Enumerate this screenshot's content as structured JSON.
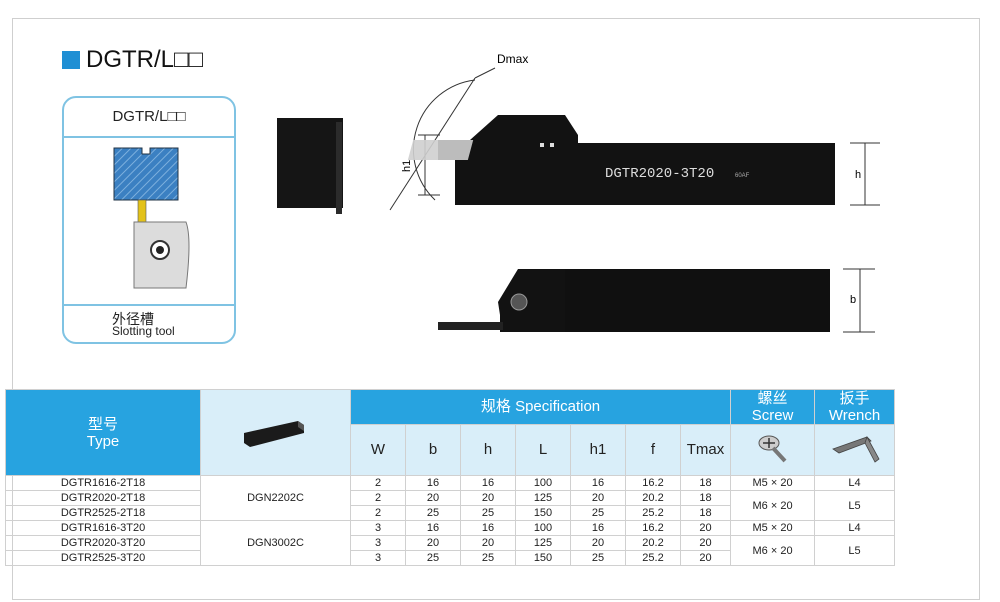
{
  "title": "DGTR/L□□",
  "card": {
    "header": "DGTR/L□□",
    "label_cn": "外径槽",
    "label_en": "Slotting tool"
  },
  "drawing": {
    "dmax": "Dmax",
    "h1": "h1",
    "h": "h",
    "b": "b",
    "tool_marking": "DGTR2020-3T20",
    "tool_marking_small": "60AF"
  },
  "table": {
    "type_cn": "型号",
    "type_en": "Type",
    "spec_cn": "规格",
    "spec_en": "Specification",
    "screw_cn": "螺丝",
    "screw_en": "Screw",
    "wrench_cn": "扳手",
    "wrench_en": "Wrench",
    "columns": [
      "W",
      "b",
      "h",
      "L",
      "h1",
      "f",
      "Tmax"
    ],
    "rows": [
      {
        "type": "DGTR1616-2T18",
        "W": "2",
        "b": "16",
        "h": "16",
        "L": "100",
        "h1": "16",
        "f": "16.2",
        "Tmax": "18"
      },
      {
        "type": "DGTR2020-2T18",
        "W": "2",
        "b": "20",
        "h": "20",
        "L": "125",
        "h1": "20",
        "f": "20.2",
        "Tmax": "18"
      },
      {
        "type": "DGTR2525-2T18",
        "W": "2",
        "b": "25",
        "h": "25",
        "L": "150",
        "h1": "25",
        "f": "25.2",
        "Tmax": "18"
      },
      {
        "type": "DGTR1616-3T20",
        "W": "3",
        "b": "16",
        "h": "16",
        "L": "100",
        "h1": "16",
        "f": "16.2",
        "Tmax": "20"
      },
      {
        "type": "DGTR2020-3T20",
        "W": "3",
        "b": "20",
        "h": "20",
        "L": "125",
        "h1": "20",
        "f": "20.2",
        "Tmax": "20"
      },
      {
        "type": "DGTR2525-3T20",
        "W": "3",
        "b": "25",
        "h": "25",
        "L": "150",
        "h1": "25",
        "f": "25.2",
        "Tmax": "20"
      }
    ],
    "inserts": [
      "DGN2202C",
      "DGN3002C"
    ],
    "screws": [
      "M5 × 20",
      "M6 × 20",
      "M5 × 20",
      "M6 × 20"
    ],
    "wrenches": [
      "L4",
      "L5",
      "L4",
      "L5"
    ]
  },
  "colors": {
    "accent": "#27a3e0",
    "light": "#d9eef9",
    "brand_square": "#1f8fd4"
  }
}
